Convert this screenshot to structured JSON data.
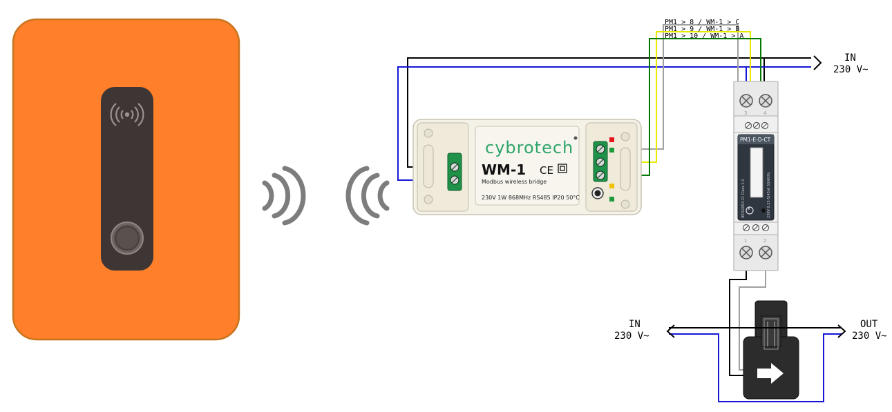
{
  "wire_legend": [
    "PM1 > 8  / WM-1 > C",
    "PM1 > 9  / WM-1 > B",
    "PM1 > 10 / WM-1 > A"
  ],
  "supply_top": {
    "label": "IN",
    "voltage": "230 V~"
  },
  "supply_in": {
    "label": "IN",
    "voltage": "230 V~"
  },
  "supply_out": {
    "label": "OUT",
    "voltage": "230 V~"
  },
  "wm1": {
    "brand": "cybrotech",
    "model": "WM-1",
    "marks": "CE",
    "subtitle": "Modbus wireless bridge",
    "specs": "230V 1W 868MHz RS485 IP20 50°C"
  },
  "meter": {
    "model": "PM1-E-D-CT",
    "side_text_left": "IEC62053-21 Class 1.0",
    "side_text_right": "230V 0.25-5(45)A 50/60Hz",
    "terminals_top": [
      "3",
      "4"
    ],
    "terminals_bottom": [
      "1",
      "2"
    ]
  },
  "colors": {
    "panel_orange": "#FF7F2A",
    "panel_border": "#C8741D",
    "remote_dark": "#3E3634",
    "module_body": "#F4F1E6",
    "terminal_green": "#1F9149",
    "wire_black": "#000000",
    "wire_blue": "#1515D6",
    "wire_green": "#007700",
    "wire_yellow": "#FFFF00",
    "wire_gray": "#A0A0A0",
    "wave_gray": "#7D7D7D",
    "led_red": "#E4161B",
    "led_green": "#1F9A3A",
    "led_yellow": "#F2C200"
  },
  "icons": [
    "wireless-icon",
    "push-button-icon",
    "signal-waves-right-icon",
    "signal-waves-left-icon",
    "direction-arrow-icon",
    "sync-icon"
  ]
}
